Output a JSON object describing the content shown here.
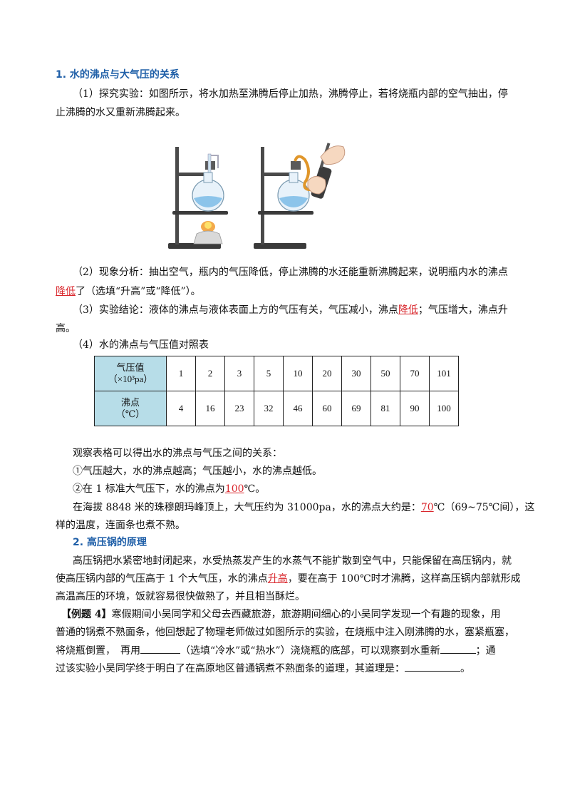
{
  "section1": {
    "heading": "1. 水的沸点与大气压的关系",
    "p1_line1": "（1）探究实验：如图所示，将水加热至沸腾后停止加热，沸腾停止，若将烧瓶内部的空气抽出，停",
    "p1_line2": "止沸腾的水又重新沸腾起来。",
    "p2_line1": "（2）现象分析：抽出空气，瓶内的气压降低，停止沸腾的水还能重新沸腾起来，说明瓶内水的沸点",
    "p2_answer": "降低",
    "p2_line2_rest": "了（选填“升高”或“降低”）。",
    "p3_line1_start": "（3）实验结论：液体的沸点与液体表面上方的气压有关，气压减小，沸点",
    "p3_answer": "降低",
    "p3_line1_end": "；气压增大，沸点升",
    "p3_line2": "高。",
    "p4_title": "（4）水的沸点与气压值对照表",
    "table": {
      "row1_header_line1": "气压值",
      "row1_header_line2": "（×10³pa）",
      "row1_values": [
        "1",
        "2",
        "3",
        "5",
        "10",
        "20",
        "30",
        "50",
        "70",
        "101"
      ],
      "row2_header_line1": "沸点",
      "row2_header_line2": "（℃）",
      "row2_values": [
        "4",
        "16",
        "23",
        "32",
        "46",
        "60",
        "69",
        "81",
        "90",
        "100"
      ]
    },
    "obs_line": "观察表格可以得出水的沸点与气压之间的关系：",
    "obs_1": "①气压越大，水的沸点越高；气压越小，水的沸点越低。",
    "obs_2_start": "②在 1 标准大气压下，水的沸点为",
    "obs_2_answer": "100",
    "obs_2_end": "℃。",
    "ever_line1_start": "在海拔 8848 米的珠穆朗玛峰顶上，大气压约为 31000pa，水的沸点大约是：",
    "ever_answer": "70",
    "ever_line1_end": "℃（69~75℃间），这",
    "ever_line2": "样的温度，连面条也煮不熟。"
  },
  "section2": {
    "heading": "2. 高压锅的原理",
    "line1": "高压锅把水紧密地封闭起来，水受热蒸发产生的水蒸气不能扩散到空气中，只能保留在高压锅内，就",
    "line2_start": "使高压锅内部的气压高于 1 个大气压，水的沸点",
    "line2_answer": "升高",
    "line2_end": "，要在高于 100℃时才沸腾，这样高压锅内部就形成",
    "line3": "高温高压的环境，饭就容易很快做熟了，并且相当酥烂。"
  },
  "example": {
    "label": "【例题 4】",
    "line1_rest": "寒假期间小吴同学和父母去西藏旅游，旅游期间细心的小吴同学发现一个有趣的现象，用",
    "line2": "普通的锅煮不熟面条，他回想起了物理老师做过如图所示的实验，在烧瓶中注入刚沸腾的水，塞紧瓶塞，",
    "line3_a": "将烧瓶倒置，　再用",
    "line3_b": "（选填“冷水”或“热水”）浇烧瓶的底部，可以观察到水重新",
    "line3_c": "；通",
    "line4_a": "过该实验小吴同学终于明白了在高原地区普通锅煮不熟面条的道理，其道理是：",
    "line4_b": "。"
  }
}
